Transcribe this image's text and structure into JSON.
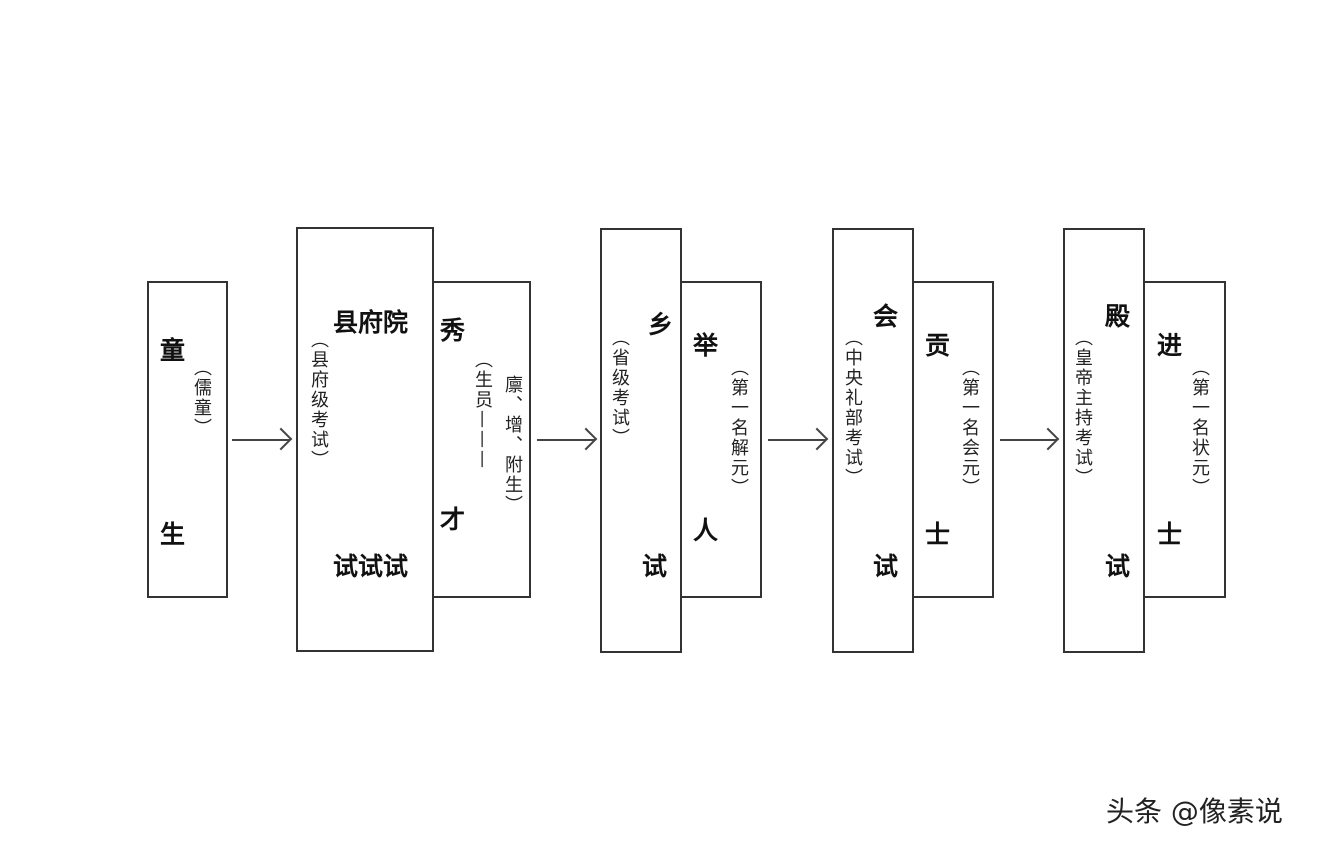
{
  "stages": [
    {
      "title_top": "童",
      "title_bottom": "生",
      "note": "（儒童）"
    },
    {
      "title_top": "县府院",
      "title_bottom": "试试试",
      "note": "（县府级考试）"
    },
    {
      "title_top": "秀",
      "title_bottom": "才",
      "note_1": "（生员———",
      "note_2": "廪、增、附生）"
    },
    {
      "title_top": "乡",
      "title_bottom": "试",
      "note": "（省级考试）"
    },
    {
      "title_top": "举",
      "title_bottom": "人",
      "note": "（第一名解元）"
    },
    {
      "title_top": "会",
      "title_bottom": "试",
      "note": "（中央礼部考试）"
    },
    {
      "title_top": "贡",
      "title_bottom": "士",
      "note": "（第一名会元）"
    },
    {
      "title_top": "殿",
      "title_bottom": "试",
      "note": "（皇帝主持考试）"
    },
    {
      "title_top": "进",
      "title_bottom": "士",
      "note": "（第一名状元）"
    }
  ],
  "watermark": "头条 @像素说"
}
